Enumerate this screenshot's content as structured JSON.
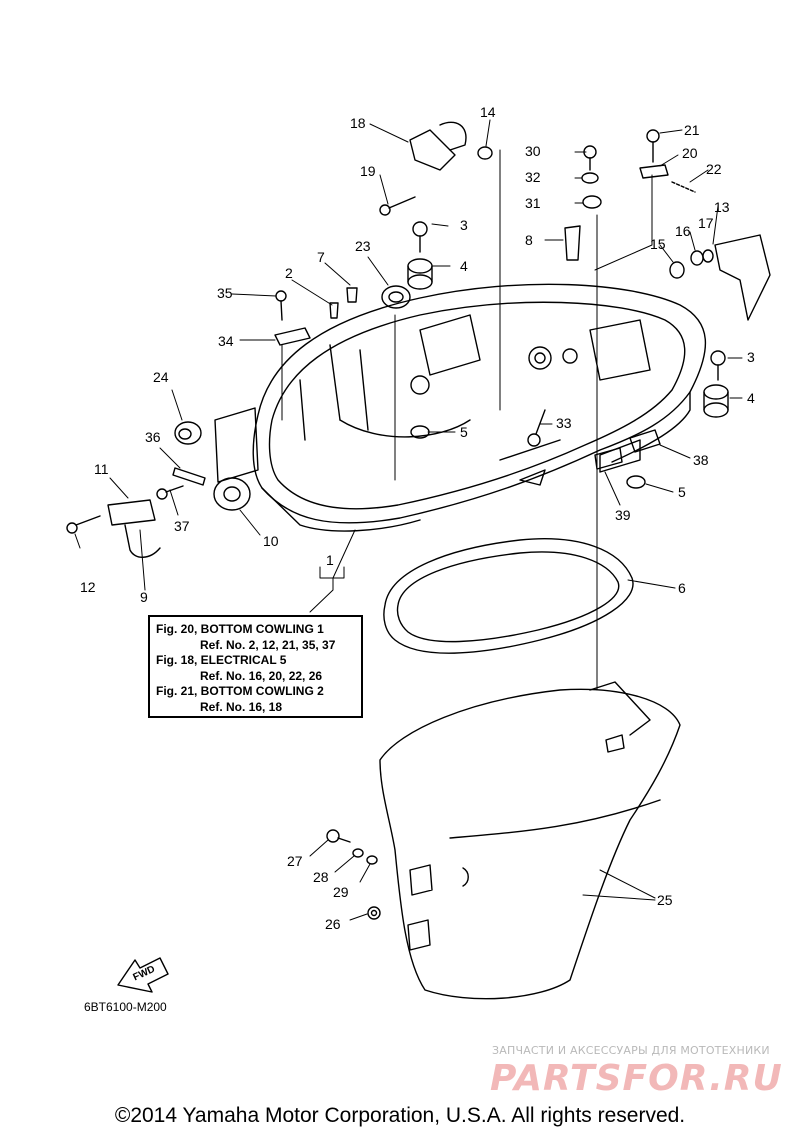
{
  "callouts": {
    "c1": "1",
    "c2": "2",
    "c3a": "3",
    "c3b": "3",
    "c4a": "4",
    "c4b": "4",
    "c5a": "5",
    "c5b": "5",
    "c6": "6",
    "c7": "7",
    "c8": "8",
    "c9": "9",
    "c10": "10",
    "c11": "11",
    "c12": "12",
    "c13": "13",
    "c14": "14",
    "c15": "15",
    "c16": "16",
    "c17": "17",
    "c18": "18",
    "c19": "19",
    "c20": "20",
    "c21": "21",
    "c22": "22",
    "c23": "23",
    "c24": "24",
    "c25": "25",
    "c26": "26",
    "c27": "27",
    "c28": "28",
    "c29": "29",
    "c30": "30",
    "c31": "31",
    "c32": "32",
    "c33": "33",
    "c34": "34",
    "c35": "35",
    "c36": "36",
    "c37": "37",
    "c38": "38",
    "c39": "39"
  },
  "note": {
    "line1": "Fig. 20, BOTTOM COWLING 1",
    "line2": "Ref. No. 2, 12, 21, 35, 37",
    "line3": "Fig. 18, ELECTRICAL 5",
    "line4": "Ref. No. 16, 20, 22, 26",
    "line5": "Fig. 21, BOTTOM COWLING 2",
    "line6": "Ref. No. 16, 18"
  },
  "fwd_label": "FWD",
  "diagram_code": "6BT6100-M200",
  "watermark": {
    "text": "ЗАПЧАСТИ И АКСЕССУАРЫ ДЛЯ МОТОТЕХНИКИ",
    "logo": "PARTSFOR.RU"
  },
  "copyright": "©2014 Yamaha Motor Corporation, U.S.A. All rights reserved."
}
